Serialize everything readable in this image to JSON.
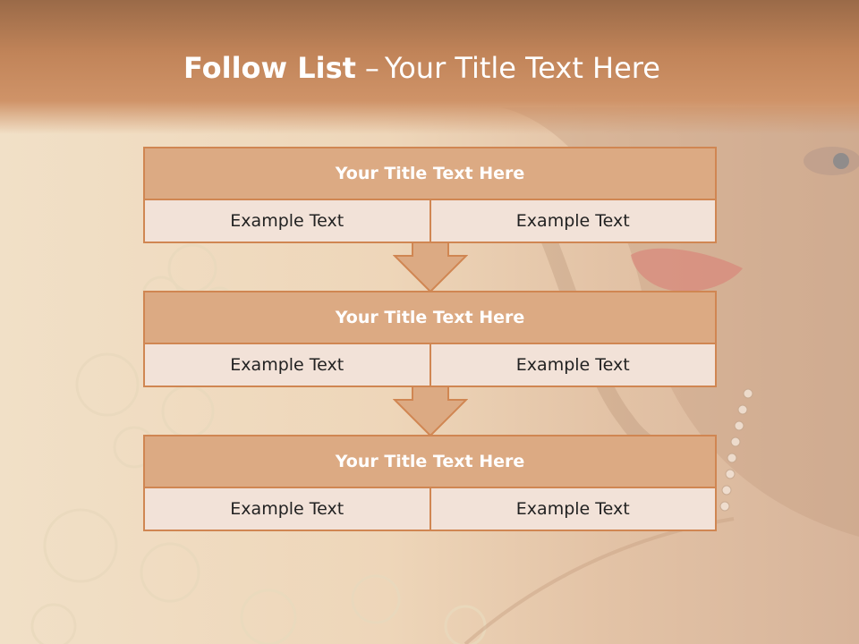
{
  "slide": {
    "title_bold": "Follow List",
    "title_separator": "–",
    "title_rest": "Your Title Text Here"
  },
  "steps": [
    {
      "title": "Your Title Text Here",
      "left_text": "Example Text",
      "right_text": "Example Text"
    },
    {
      "title": "Your Title Text Here",
      "left_text": "Example Text",
      "right_text": "Example Text"
    },
    {
      "title": "Your Title Text Here",
      "left_text": "Example Text",
      "right_text": "Example Text"
    }
  ],
  "colors": {
    "header": "#c18459",
    "box_border": "#d08652",
    "box_title_fill": "#dcaa83",
    "box_cell_fill": "#f2e2d8",
    "arrow_fill": "#dcaa83"
  }
}
